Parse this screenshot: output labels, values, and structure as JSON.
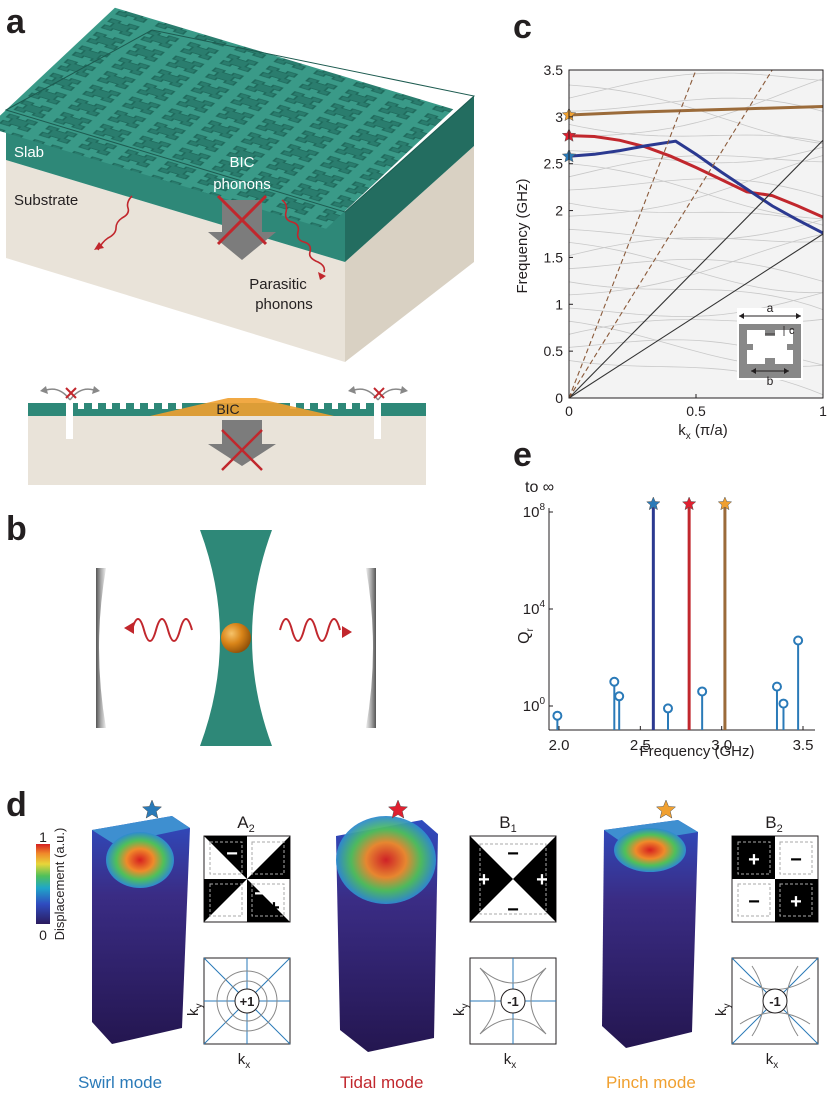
{
  "panels": {
    "a": "a",
    "b": "b",
    "c": "c",
    "d": "d",
    "e": "e"
  },
  "panel_a": {
    "slab": "Slab",
    "substrate": "Substrate",
    "bic_line1": "BIC",
    "bic_line2": "phonons",
    "parasitic_line1": "Parasitic",
    "parasitic_line2": "phonons",
    "bic_small": "BIC"
  },
  "colors": {
    "slab": "#2e8878",
    "substrate": "#e9e3d9",
    "red": "#c1272d",
    "blue": "#2b3990",
    "brown": "#9b6b3a",
    "stem_blue": "#2a7ab8",
    "orange_star": "#f0a030"
  },
  "panel_c": {
    "ylabel": "Frequency (GHz)",
    "xlabel": "k",
    "xlabel_sub": "x",
    "xlabel_units": "(π/a)",
    "yticks": [
      "0",
      "0.5",
      "1",
      "1.5",
      "2",
      "2.5",
      "3",
      "3.5"
    ],
    "xticks": [
      "0",
      "0.5",
      "1"
    ],
    "inset_a": "a",
    "inset_b": "b",
    "inset_c": "c"
  },
  "chart_data": [
    {
      "type": "line",
      "panel": "c",
      "xlabel": "kx (π/a)",
      "ylabel": "Frequency (GHz)",
      "xlim": [
        0,
        1
      ],
      "ylim": [
        0,
        3.5
      ],
      "series": [
        {
          "color": "#9b6b3a",
          "x": [
            0,
            0.25,
            0.5,
            0.75,
            1.0
          ],
          "y": [
            3.02,
            3.05,
            3.07,
            3.09,
            3.11
          ]
        },
        {
          "color": "#c1272d",
          "x": [
            0,
            0.1,
            0.2,
            0.3,
            0.4,
            0.5,
            0.6,
            0.7,
            0.8,
            0.9,
            1.0
          ],
          "y": [
            2.8,
            2.79,
            2.75,
            2.68,
            2.58,
            2.46,
            2.33,
            2.2,
            2.16,
            2.05,
            1.93
          ]
        },
        {
          "color": "#2b3990",
          "x": [
            0,
            0.1,
            0.2,
            0.3,
            0.42,
            0.5,
            0.6,
            0.7,
            0.8,
            0.9,
            1.0
          ],
          "y": [
            2.58,
            2.6,
            2.64,
            2.69,
            2.74,
            2.6,
            2.41,
            2.23,
            2.05,
            1.9,
            1.76
          ]
        },
        {
          "color": "#333333",
          "x": [
            0,
            1.0
          ],
          "y": [
            0,
            1.75
          ]
        },
        {
          "color": "#333333",
          "x": [
            0,
            1.0
          ],
          "y": [
            0,
            2.75
          ]
        },
        {
          "color": "#8a5a3a",
          "x": [
            0,
            0.5
          ],
          "y": [
            0,
            3.5
          ]
        },
        {
          "color": "#8a5a3a",
          "x": [
            0,
            0.8
          ],
          "y": [
            0,
            3.5
          ]
        }
      ],
      "stars": [
        {
          "x": 0,
          "y": 3.02,
          "color": "#f0a030"
        },
        {
          "x": 0,
          "y": 2.8,
          "color": "#e02030"
        },
        {
          "x": 0,
          "y": 2.58,
          "color": "#2a7ab8"
        }
      ]
    },
    {
      "type": "scatter",
      "panel": "e",
      "xlabel": "Frequency (GHz)",
      "ylabel": "Qr",
      "xlim": [
        2.0,
        3.5
      ],
      "ylog": true,
      "stems": [
        {
          "x": 1.99,
          "log10y": -0.4
        },
        {
          "x": 2.34,
          "log10y": 1.0
        },
        {
          "x": 2.37,
          "log10y": 0.4
        },
        {
          "x": 2.67,
          "log10y": -0.1
        },
        {
          "x": 2.88,
          "log10y": 0.6
        },
        {
          "x": 3.34,
          "log10y": 0.8
        },
        {
          "x": 3.38,
          "log10y": 0.1
        },
        {
          "x": 3.47,
          "log10y": 2.7
        }
      ],
      "bic_lines": [
        {
          "x": 2.58,
          "color": "#2b3990",
          "star": "#2a7ab8"
        },
        {
          "x": 2.8,
          "color": "#c1272d",
          "star": "#e02030"
        },
        {
          "x": 3.02,
          "color": "#9b6b3a",
          "star": "#f0a030"
        }
      ]
    }
  ],
  "panel_e": {
    "to_inf": "to ∞",
    "y_label": "Q",
    "y_label_sub": "r",
    "yticks": [
      {
        "base": "10",
        "exp": "8"
      },
      {
        "base": "10",
        "exp": "4"
      },
      {
        "base": "10",
        "exp": "0"
      }
    ],
    "xticks": [
      "2.0",
      "2.5",
      "3.0",
      "3.5"
    ],
    "xlabel": "Frequency (GHz)"
  },
  "panel_d": {
    "colorbar_label": "Displacement (a.u.)",
    "colorbar_max": "1",
    "colorbar_min": "0",
    "modes": [
      {
        "name": "Swirl mode",
        "name_color": "#2a7ab8",
        "sym": "A",
        "sym_sub": "2",
        "charge": "+1"
      },
      {
        "name": "Tidal mode",
        "name_color": "#c1272d",
        "sym": "B",
        "sym_sub": "1",
        "charge": "-1"
      },
      {
        "name": "Pinch mode",
        "name_color": "#f0a030",
        "sym": "B",
        "sym_sub": "2",
        "charge": "-1"
      }
    ],
    "ky": "k",
    "ky_sub": "y",
    "kx": "k",
    "kx_sub": "x",
    "plus": "+",
    "minus": "−"
  }
}
